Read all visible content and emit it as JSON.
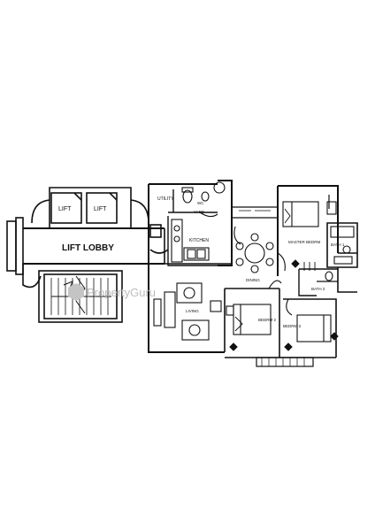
{
  "rooms": {
    "lift_1": "LIFT",
    "lift_2": "LIFT",
    "lift_lobby": "LIFT LOBBY",
    "utility": "UTILITY",
    "wc": "WC",
    "yard": "YARD",
    "kitchen": "KITCHEN",
    "dining": "DINING",
    "living": "LIVING",
    "master_bedrm": "MASTER BEDRM",
    "bath_1": "BATH 1",
    "bath_2": "BATH 2",
    "bedrm_2": "BEDRM 2",
    "bedrm_3": "BEDRM 3"
  },
  "watermark": {
    "text": "PropertyGuru"
  },
  "colors": {
    "wall": "#111111",
    "background": "#ffffff",
    "watermark": "#bdbdbd"
  }
}
